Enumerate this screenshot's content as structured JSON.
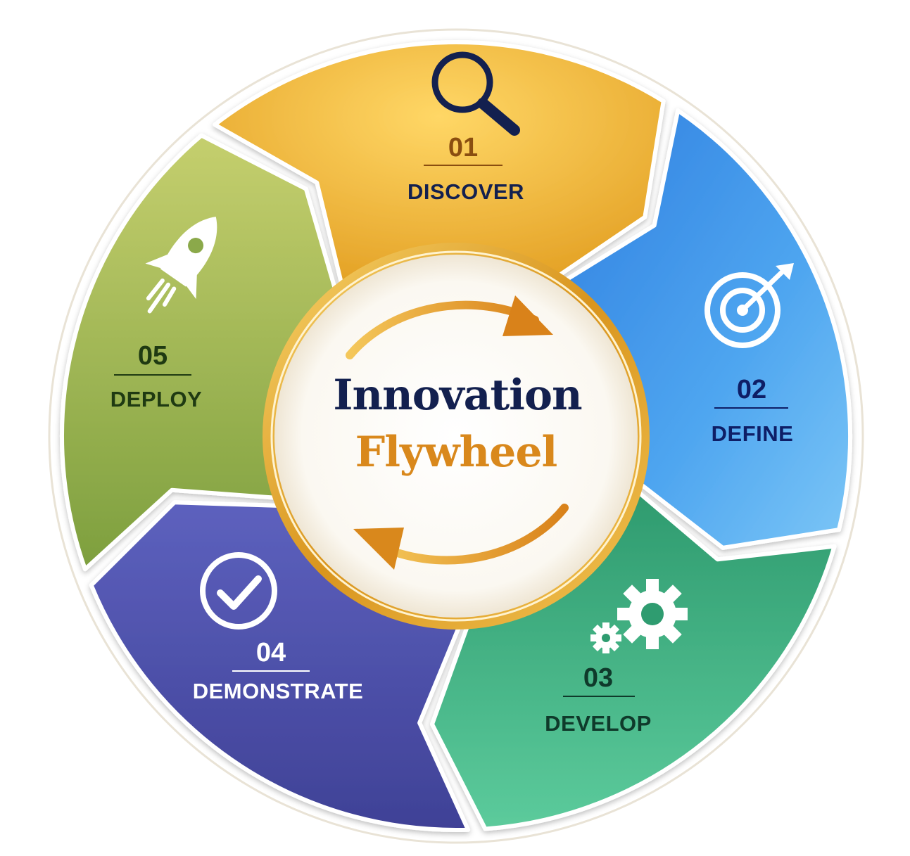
{
  "title": {
    "line1": "Innovation",
    "line2": "Flywheel"
  },
  "stages": [
    {
      "number": "01",
      "label": "DISCOVER",
      "icon": "magnifying-glass-icon",
      "color": "#F1B52F"
    },
    {
      "number": "02",
      "label": "DEFINE",
      "icon": "target-arrow-icon",
      "color": "#3A8EE6"
    },
    {
      "number": "03",
      "label": "DEVELOP",
      "icon": "gears-icon",
      "color": "#35A87A"
    },
    {
      "number": "04",
      "label": "DEMONSTRATE",
      "icon": "check-circle-icon",
      "color": "#4E4FA6"
    },
    {
      "number": "05",
      "label": "DEPLOY",
      "icon": "rocket-icon",
      "color": "#8BAA45"
    }
  ],
  "colors": {
    "title_primary": "#13204F",
    "title_accent": "#D9881C",
    "ring_gold": "#E0A526",
    "background": "#FFFFFF"
  }
}
